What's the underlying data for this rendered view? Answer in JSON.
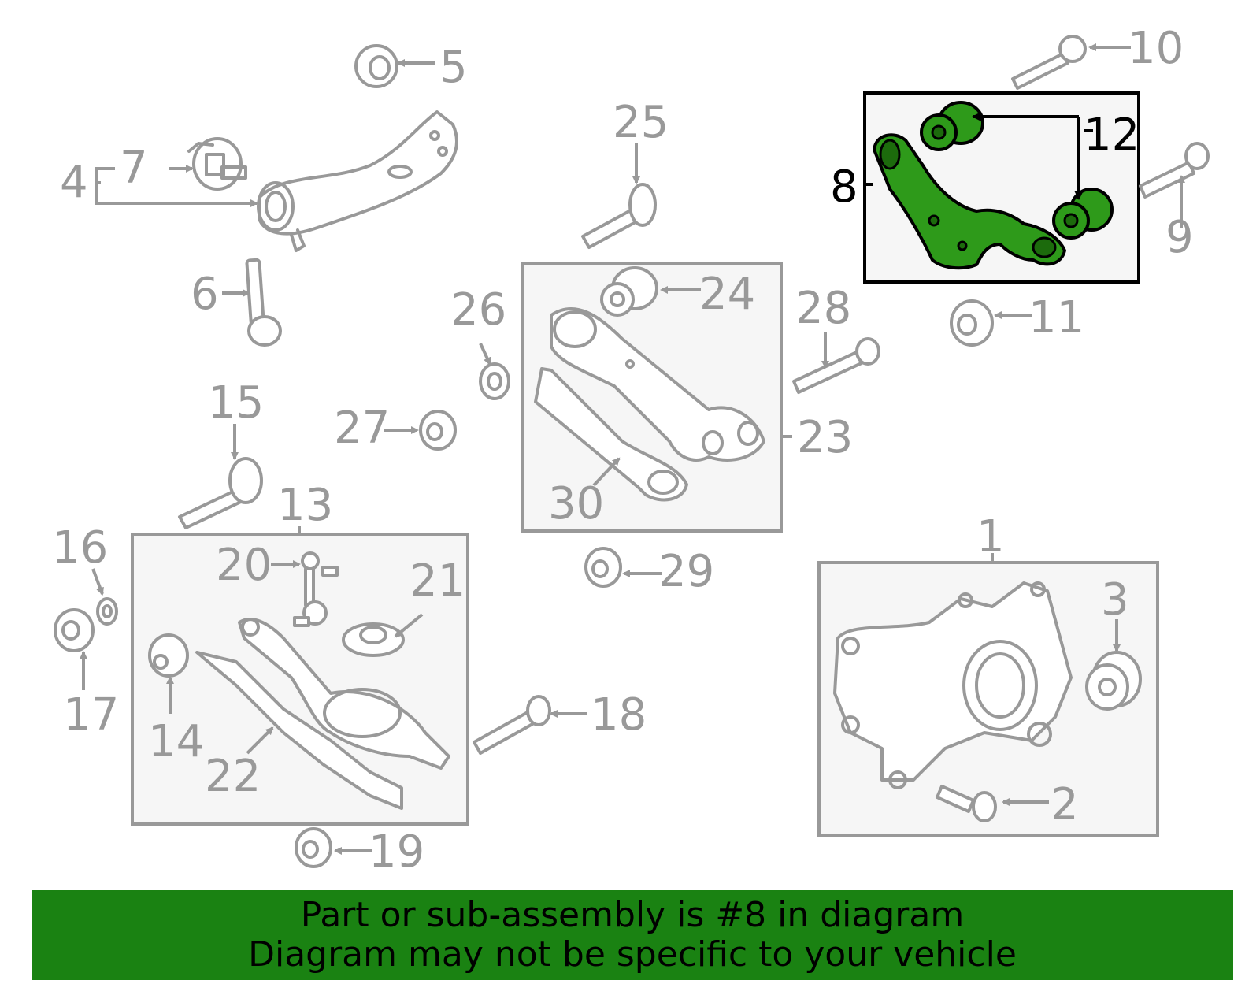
{
  "diagram": {
    "highlighted_part": "8",
    "highlight_color": "#2e9a1a",
    "callouts": [
      "1",
      "2",
      "3",
      "4",
      "5",
      "6",
      "7",
      "8",
      "9",
      "10",
      "11",
      "12",
      "13",
      "14",
      "15",
      "16",
      "17",
      "18",
      "19",
      "20",
      "21",
      "22",
      "23",
      "24",
      "25",
      "26",
      "27",
      "28",
      "29",
      "30"
    ]
  },
  "banner": {
    "line1": "Part or sub-assembly is #8 in diagram",
    "line2": "Diagram may not be specific to your vehicle",
    "background": "#1a8212"
  }
}
